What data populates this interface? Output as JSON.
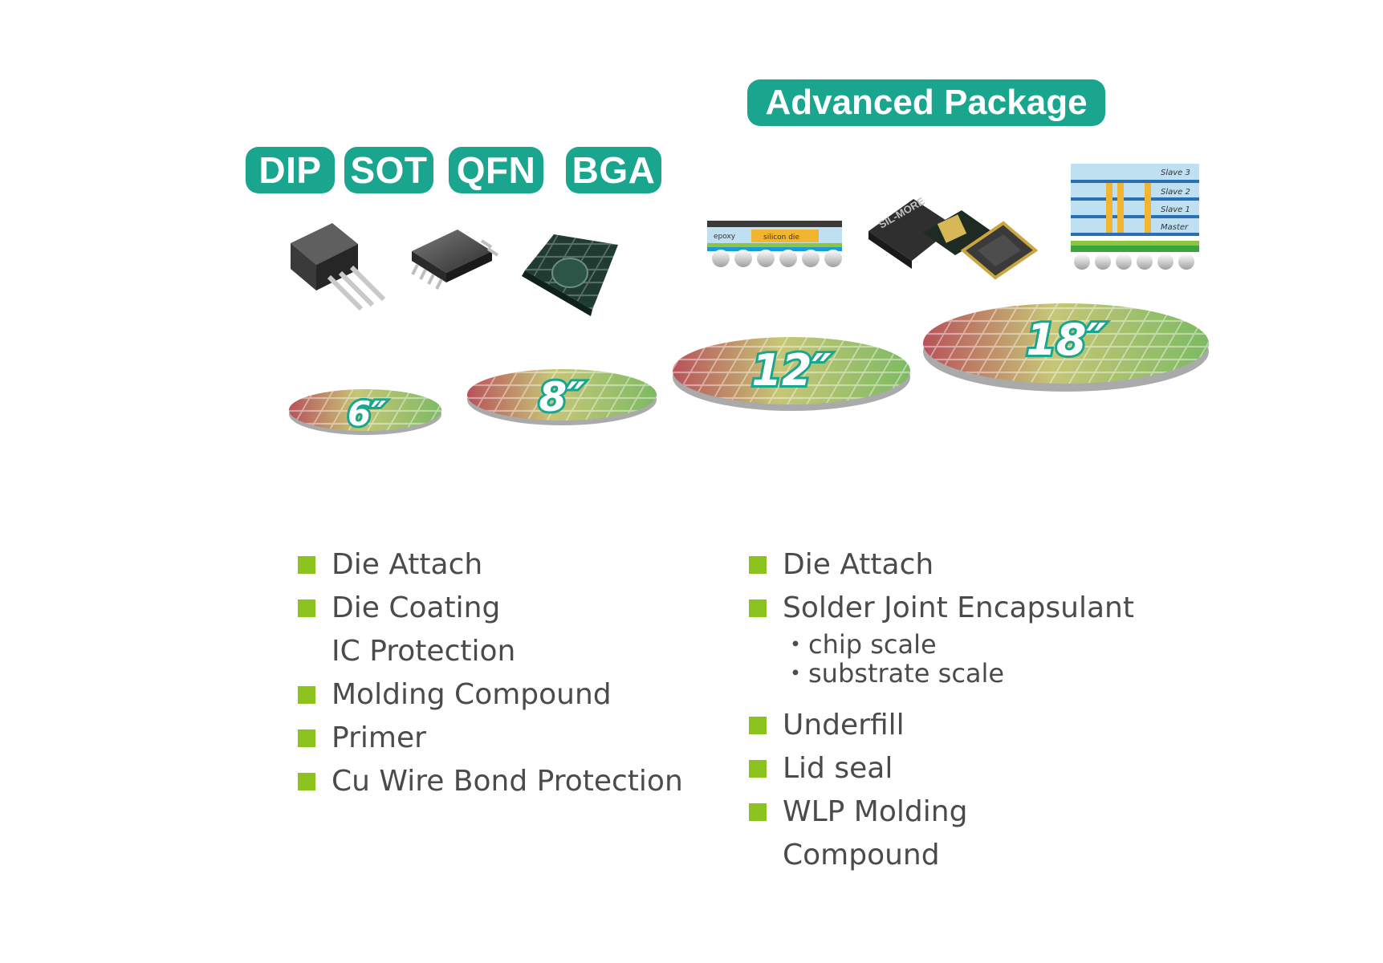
{
  "package_tags": [
    "DIP",
    "SOT",
    "QFN",
    "BGA"
  ],
  "advanced_tag": "Advanced Package",
  "wafers": [
    "6″",
    "8″",
    "12″",
    "18″"
  ],
  "illustration_labels": {
    "epoxy": "epoxy",
    "silicon_die": "silicon die",
    "chip_brand": "SIL-MORE",
    "slave3": "Slave 3",
    "slave2": "Slave 2",
    "slave1": "Slave 1",
    "master": "Master"
  },
  "left_list": [
    {
      "label": "Die Attach"
    },
    {
      "label": "Die Coating",
      "continuation": "IC Protection"
    },
    {
      "label": "Molding Compound"
    },
    {
      "label": "Primer"
    },
    {
      "label": "Cu Wire Bond Protection"
    }
  ],
  "right_list": {
    "item1": "Die Attach",
    "item2": "Solder Joint Encapsulant",
    "item2_sub": [
      "・chip scale",
      "・substrate scale"
    ],
    "item3": "Underfill",
    "item4": "Lid seal",
    "item5": "WLP Molding",
    "item5_continuation": "Compound"
  },
  "colors": {
    "teal": "#1aa58f",
    "bullet_green": "#8dc31f",
    "text": "#4b4b4b"
  }
}
